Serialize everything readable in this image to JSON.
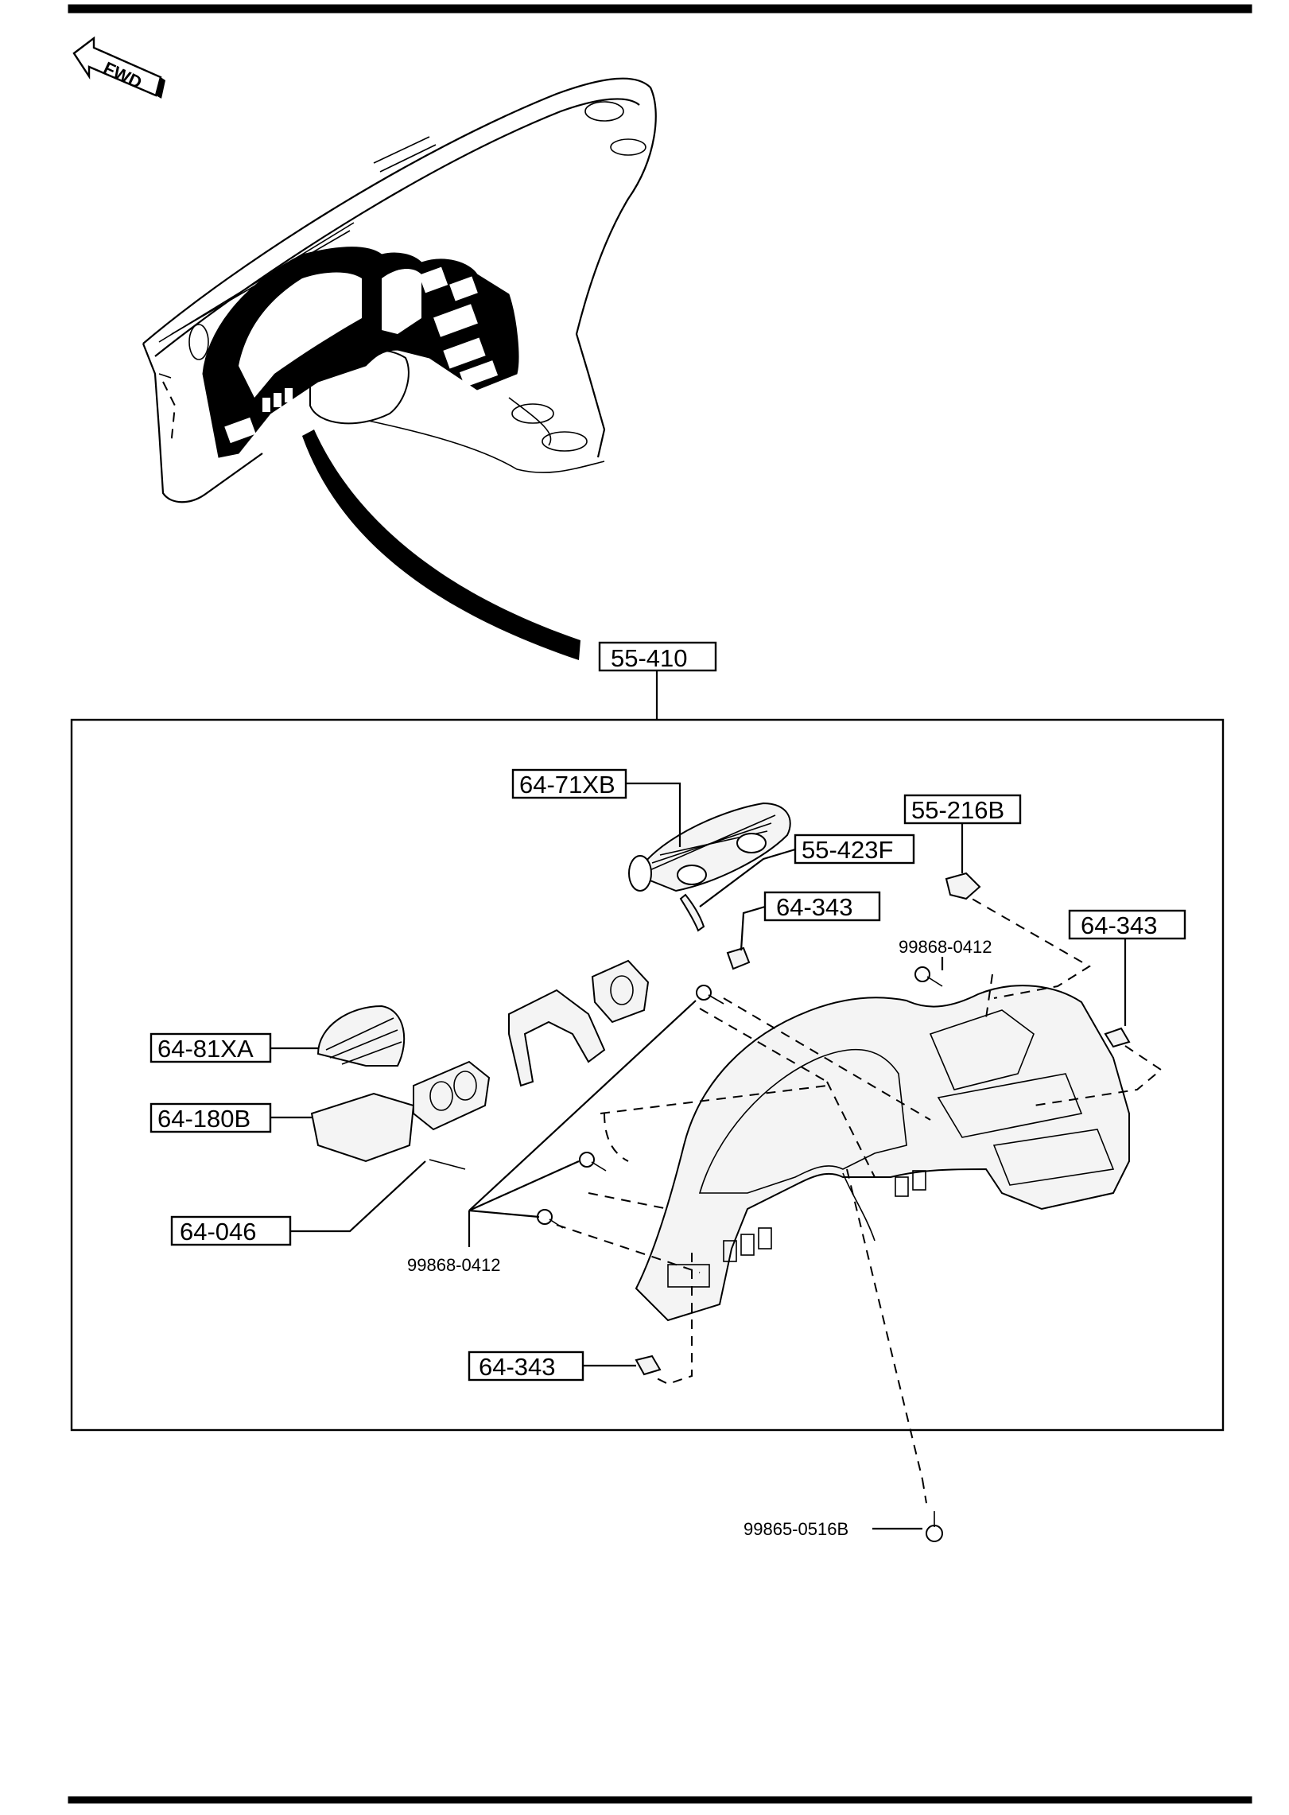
{
  "fwd_label": "FWD",
  "callouts": {
    "c55_410": "55-410",
    "c64_71xb": "64-71XB",
    "c55_216b": "55-216B",
    "c55_423f": "55-423F",
    "c64_343_a": "64-343",
    "c64_343_b": "64-343",
    "c64_343_c": "64-343",
    "c64_81xa": "64-81XA",
    "c64_180b": "64-180B",
    "c64_046": "64-046"
  },
  "plain_labels": {
    "screw_top": "99868-0412",
    "screw_left": "99868-0412",
    "screw_bottom": "99865-0516B"
  }
}
